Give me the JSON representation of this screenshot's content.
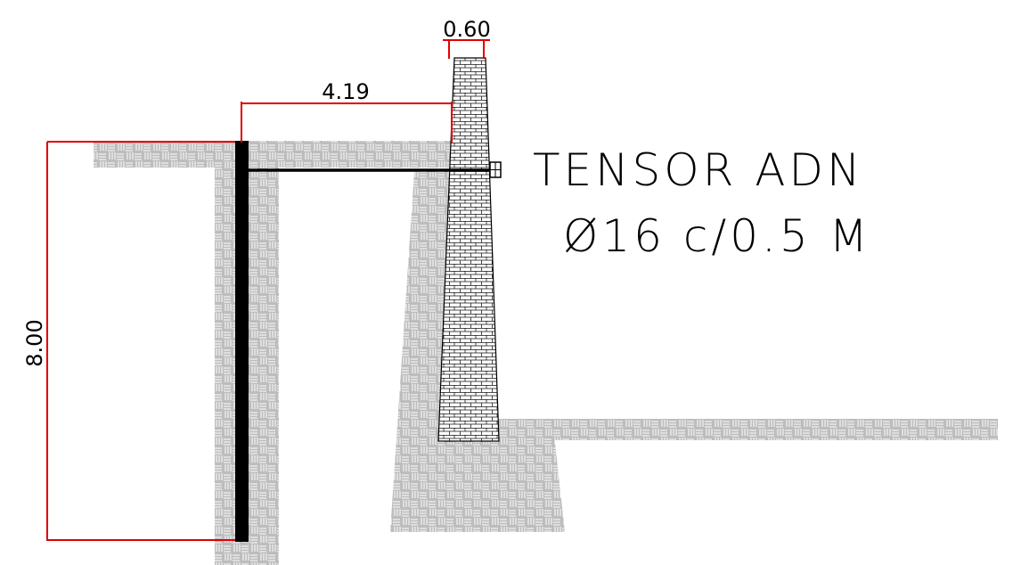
{
  "dimensions": {
    "crest_width": "0.60",
    "tie_length": "4.19",
    "depth": "8.00"
  },
  "annotation": {
    "line1": "TENSOR ADN",
    "line2": "Ø16 c/0.5 M"
  },
  "colors": {
    "soil_fill": "#bdbdbd",
    "soil_hatch": "#ffffff",
    "masonry_fill": "#ffffff",
    "masonry_lines": "#000000",
    "dimension_lines": "#e00000",
    "sheet_pile": "#000000",
    "text": "#000000"
  }
}
